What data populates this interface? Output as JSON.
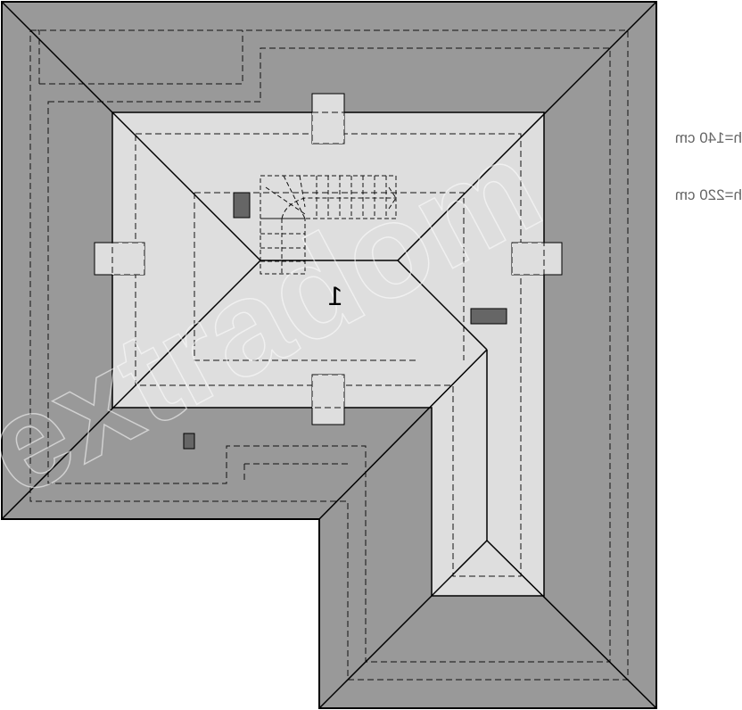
{
  "legend": {
    "h140": "h=140 cm",
    "h220": "h=220 cm"
  },
  "room": {
    "number": "1"
  },
  "watermark": "extradom",
  "colors": {
    "roof": "#999999",
    "attic_floor": "#dedede",
    "vent": "#666666"
  }
}
